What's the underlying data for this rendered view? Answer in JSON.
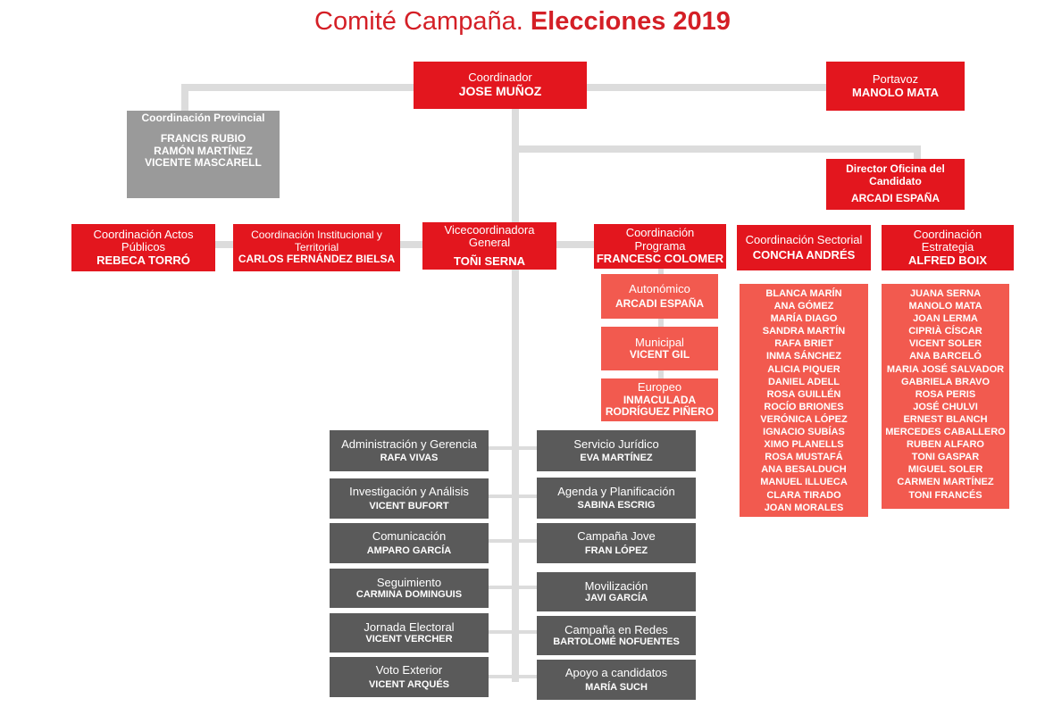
{
  "title": {
    "part1": "Comité Campaña.",
    "part2": "Elecciones 2019"
  },
  "coordinador": {
    "role": "Coordinador",
    "name": "JOSE MUÑOZ"
  },
  "portavoz": {
    "role": "Portavoz",
    "name": "MANOLO MATA"
  },
  "coord_provincial": {
    "role": "Coordinación Provincial",
    "names": [
      "FRANCIS RUBIO",
      "RAMÓN MARTÍNEZ",
      "VICENTE MASCARELL"
    ]
  },
  "director_oficina": {
    "role": "Director Oficina del Candidato",
    "name": "ARCADI ESPAÑA"
  },
  "row2": [
    {
      "role": "Coordinación Actos Públicos",
      "name": "REBECA TORRÓ"
    },
    {
      "role": "Coordinación Institucional y Territorial",
      "name": "CARLOS FERNÁNDEZ BIELSA"
    },
    {
      "role": "Vicecoordinadora General",
      "name": "TOÑI SERNA"
    },
    {
      "role": "Coordinación Programa",
      "name": "FRANCESC COLOMER"
    },
    {
      "role": "Coordinación Sectorial",
      "name": "CONCHA ANDRÉS"
    },
    {
      "role": "Coordinación Estrategia",
      "name": "ALFRED BOIX"
    }
  ],
  "programa_sub": [
    {
      "role": "Autonómico",
      "name": "ARCADI ESPAÑA"
    },
    {
      "role": "Municipal",
      "name": "VICENT GIL"
    },
    {
      "role": "Europeo",
      "name": "INMACULADA RODRÍGUEZ PIÑERO"
    }
  ],
  "sectorial_members": [
    "BLANCA MARÍN",
    "ANA GÓMEZ",
    "MARÍA DIAGO",
    "SANDRA MARTÍN",
    "RAFA BRIET",
    "INMA SÁNCHEZ",
    "ALICIA PIQUER",
    "DANIEL ADELL",
    "ROSA GUILLÉN",
    "ROCÍO BRIONES",
    "VERÓNICA LÓPEZ",
    "IGNACIO SUBÍAS",
    "XIMO PLANELLS",
    "ROSA MUSTAFÁ",
    "ANA BESALDUCH",
    "MANUEL ILLUECA",
    "CLARA TIRADO",
    "JOAN MORALES"
  ],
  "estrategia_members": [
    "JUANA SERNA",
    "MANOLO MATA",
    "JOAN LERMA",
    "CIPRIÀ CÍSCAR",
    "VICENT SOLER",
    "ANA BARCELÓ",
    "MARIA JOSÉ SALVADOR",
    "GABRIELA BRAVO",
    "ROSA PERIS",
    "JOSÉ CHULVI",
    "ERNEST BLANCH",
    "MERCEDES CABALLERO",
    "RUBEN ALFARO",
    "TONI GASPAR",
    "MIGUEL SOLER",
    "CARMEN MARTÍNEZ",
    "TONI FRANCÉS"
  ],
  "left_column": [
    {
      "role": "Administración y Gerencia",
      "name": "RAFA VIVAS"
    },
    {
      "role": "Investigación y Análisis",
      "name": "VICENT BUFORT"
    },
    {
      "role": "Comunicación",
      "name": "AMPARO GARCÍA"
    },
    {
      "role": "Seguimiento",
      "name": "CARMINA DOMINGUIS"
    },
    {
      "role": "Jornada Electoral",
      "name": "VICENT VERCHER"
    },
    {
      "role": "Voto Exterior",
      "name": "VICENT ARQUÉS"
    }
  ],
  "right_column": [
    {
      "role": "Servicio Jurídico",
      "name": "EVA MARTÍNEZ"
    },
    {
      "role": "Agenda y Planificación",
      "name": "SABINA ESCRIG"
    },
    {
      "role": "Campaña Jove",
      "name": "FRAN LÓPEZ"
    },
    {
      "role": "Movilización",
      "name": "JAVI GARCÍA"
    },
    {
      "role": "Campaña en Redes",
      "name": "BARTOLOMÉ NOFUENTES"
    },
    {
      "role": "Apoyo a candidatos",
      "name": "MARÍA SUCH"
    }
  ],
  "colors": {
    "red": "#e3161e",
    "salmon": "#f25a4f",
    "gray": "#9a9a9a",
    "dark": "#5a5a5a",
    "connector": "#dcdcdc",
    "title": "#d41f26"
  }
}
